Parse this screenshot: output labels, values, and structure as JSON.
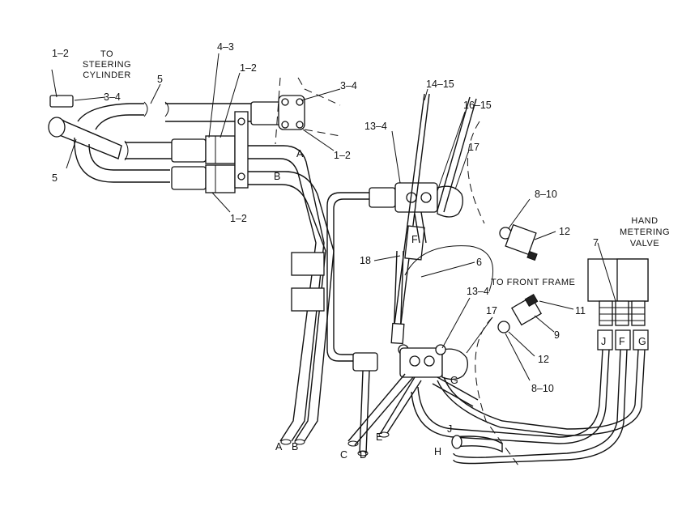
{
  "captions": {
    "steering_line1": "TO",
    "steering_line2": "STEERING",
    "steering_line3": "CYLINDER",
    "front_frame": "TO FRONT FRAME",
    "hand_line1": "HAND",
    "hand_line2": "METERING",
    "hand_line3": "VALVE"
  },
  "callouts": {
    "c1": "1–2",
    "c2": "3–4",
    "c3": "5",
    "c4": "5",
    "c5": "4–3",
    "c6": "1–2",
    "c7": "3–4",
    "c8": "1–2",
    "c9": "1–2",
    "c10": "14–15",
    "c11": "16–15",
    "c12": "13–4",
    "c13": "17",
    "c14": "8–10",
    "c15": "12",
    "c16": "18",
    "c17": "6",
    "c18": "13–4",
    "c19": "17",
    "c20": "7",
    "c21": "11",
    "c22": "9",
    "c23": "12",
    "c24": "8–10"
  },
  "hose_letters": {
    "a_top": "A",
    "b_top": "B",
    "f_mid": "F",
    "a_bot": "A",
    "b_bot": "B",
    "c_bot": "C",
    "d_bot": "D",
    "e_bot": "E",
    "g_mid": "G",
    "j_bot": "J",
    "h_bot": "H",
    "j_valve": "J",
    "f_valve": "F",
    "g_valve": "G"
  }
}
